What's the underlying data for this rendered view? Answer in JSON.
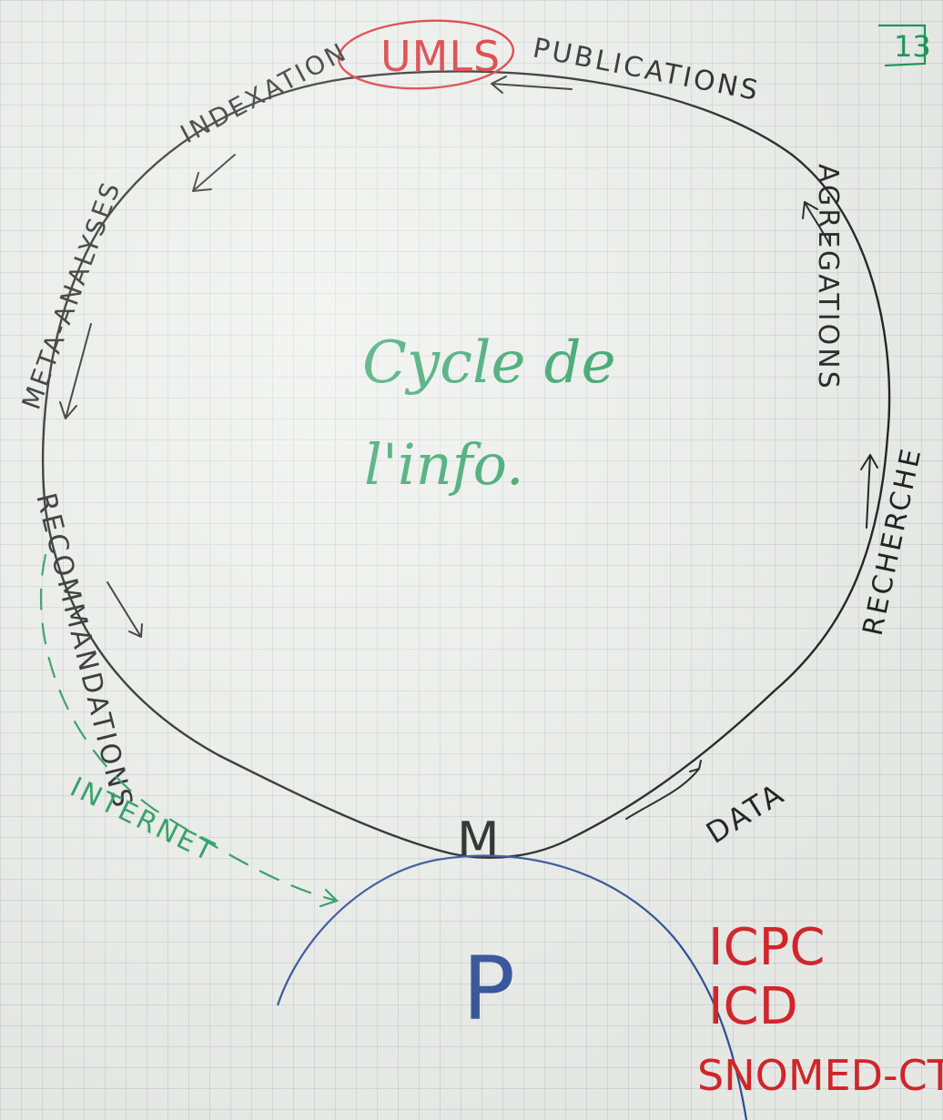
{
  "page_number": "13",
  "colors": {
    "ink_black": "#1c1c1c",
    "ink_red": "#d8262c",
    "ink_green": "#1e9a5a",
    "ink_blue": "#2f4f9a",
    "paper": "#eef0ec"
  },
  "cycle": {
    "center_title_line1": "Cycle de",
    "center_title_line2": "l'info.",
    "top_node": "UMLS",
    "stages": {
      "publications": "PUBLICATIONS",
      "agregations": "AGREGATIONS",
      "recherche": "RECHERCHE",
      "data": "DATA",
      "recommandations": "RECOMMANDATIONS",
      "meta_analyses": "META-ANALYSES",
      "indexation": "INDEXATION"
    }
  },
  "bottom": {
    "doctor_label": "M",
    "patient_label": "P",
    "internet_label": "INTERNET"
  },
  "terminologies": [
    "ICPC",
    "ICD",
    "SNOMED-CT"
  ]
}
